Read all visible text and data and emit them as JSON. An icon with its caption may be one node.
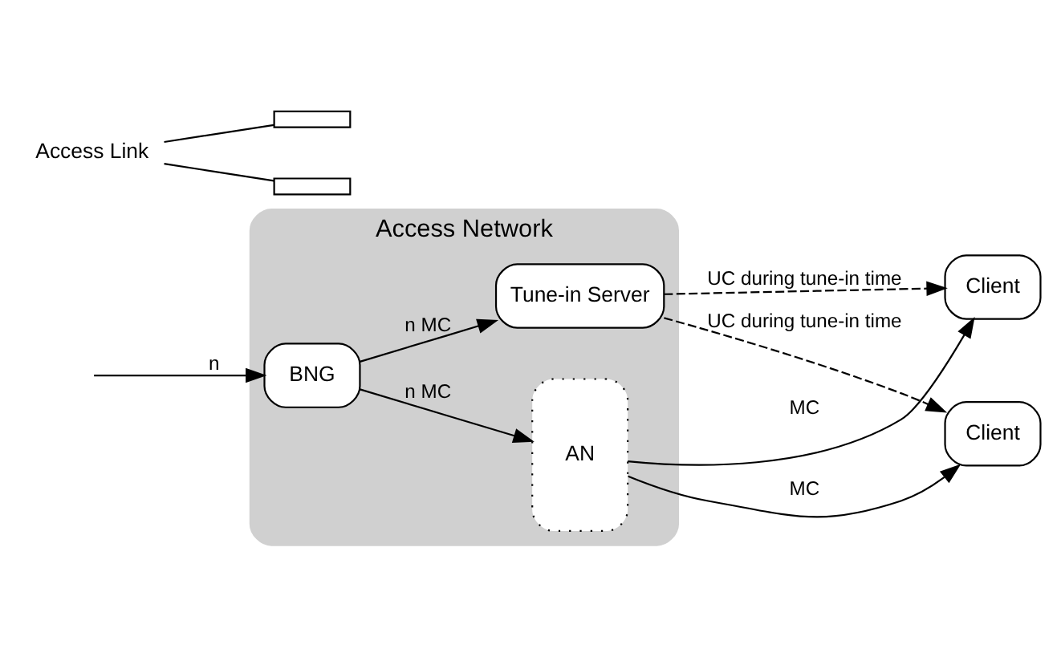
{
  "diagram": {
    "nodes": [
      {
        "text": [
          "Access Network"
        ]
      },
      {
        "text": [
          "BNG"
        ],
        "in": 0
      },
      {
        "text": [
          "Tune-in Server"
        ],
        "in": 0
      },
      {
        "text": [
          "AN"
        ],
        "in": 0
      },
      {
        "text": [
          "Client"
        ]
      },
      {
        "text": [],
        "shape": "bar"
      },
      {
        "text": [
          "Access Link"
        ]
      },
      {
        "text": [],
        "shape": "bar"
      },
      {
        "text": [
          "Client"
        ]
      }
    ],
    "edges": [
      {
        "from": null,
        "to": 1,
        "arrow": "to",
        "label": "n"
      },
      {
        "from": 1,
        "to": 2,
        "arrow": "to",
        "label": "n MC"
      },
      {
        "from": 1,
        "to": 3,
        "arrow": "to",
        "label": "n MC"
      },
      {
        "from": 2,
        "to": 4,
        "arrow": "to",
        "label": "UC during tune-in time",
        "style": "dashed"
      },
      {
        "from": 3,
        "to": 4,
        "arrow": "to",
        "label": "MC"
      },
      {
        "from": 2,
        "to": 8,
        "arrow": "to",
        "label": "UC during tune-in time",
        "style": "dashed"
      },
      {
        "from": 3,
        "to": 8,
        "arrow": "to",
        "label": "MC"
      },
      {
        "from": 6,
        "to": 5,
        "arrow": "none"
      },
      {
        "from": 6,
        "to": 7,
        "arrow": "none"
      }
    ]
  }
}
